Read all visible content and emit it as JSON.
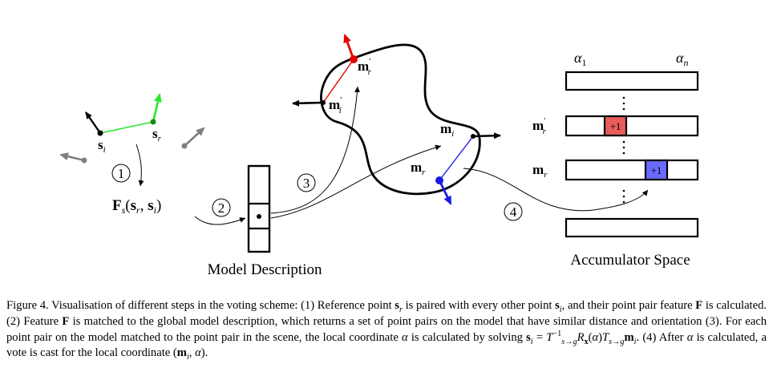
{
  "diagram": {
    "labels": {
      "s_i": "s",
      "s_i_sub": "i",
      "s_r": "s",
      "s_r_sub": "r",
      "feature": "F",
      "feature_args": "(s",
      "model_description": "Model Description",
      "accumulator_space": "Accumulator Space",
      "m_r_prime": "m",
      "m_i_prime": "m",
      "m_i": "m",
      "m_r": "m",
      "acc_m_r_prime": "m",
      "acc_m_r": "m",
      "alpha_1": "α",
      "alpha_n": "α",
      "vote_red": "+1",
      "vote_blue": "+1"
    },
    "steps": [
      "1",
      "2",
      "3",
      "4"
    ],
    "colors": {
      "green": "#2ee62e",
      "red": "#e60000",
      "red_fill": "#e85c5c",
      "blue": "#1a1ae6",
      "blue_fill": "#6a6aff",
      "grey": "#7f7f7f",
      "black": "#000000"
    }
  },
  "caption": {
    "figure_label": "Figure 4.",
    "text_1": " Visualisation of different steps in the voting scheme: (1) Reference point ",
    "text_2": " is paired with every other point ",
    "text_3": ", and their point pair feature ",
    "text_4": " is calculated. (2) Feature ",
    "text_5": " is matched to the global model description, which returns a set of point pairs on the model that have similar distance and orientation (3). For each point pair on the model matched to the point pair in the scene, the local coordinate ",
    "text_6": " is calculated by solving ",
    "text_7": ". (4) After ",
    "text_8": " is calculated, a vote is cast for the local coordinate ",
    "text_9": "."
  }
}
